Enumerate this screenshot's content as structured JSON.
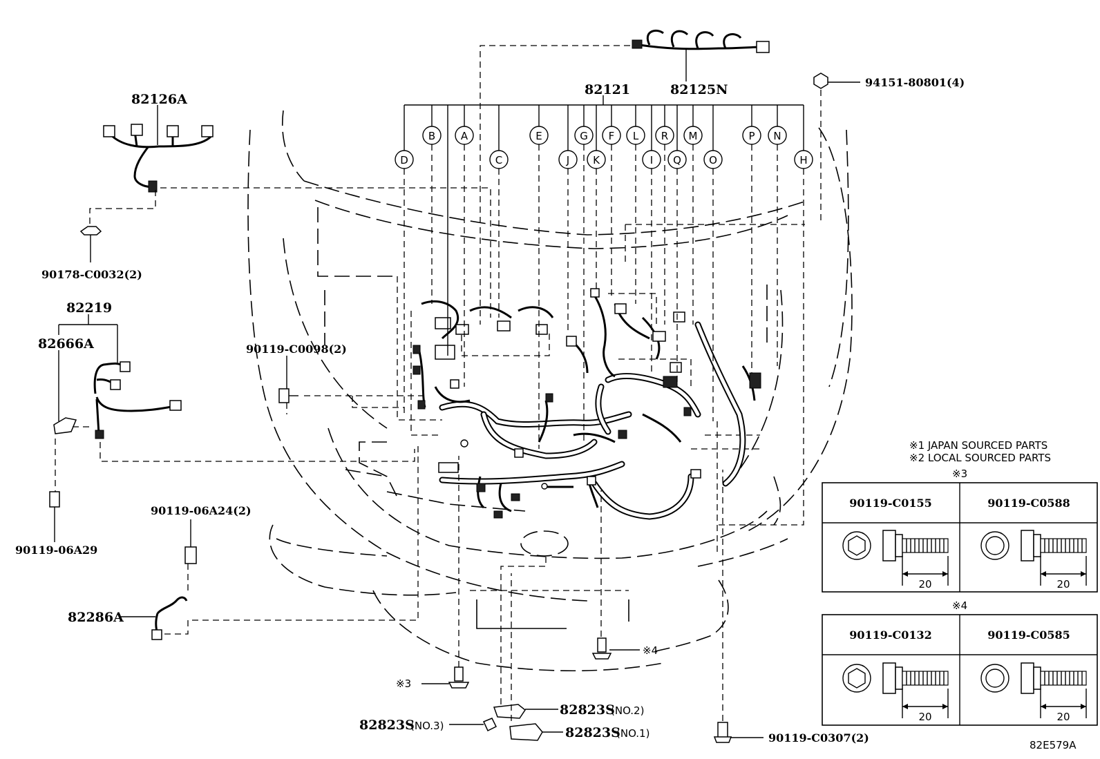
{
  "parts": {
    "p82125N": "82125N",
    "p82121": "82121",
    "p94151": "94151-80801(4)",
    "p82126A": "82126A",
    "p90178": "90178-C0032(2)",
    "p82219": "82219",
    "p82666A": "82666A",
    "p90119_06A29": "90119-06A29",
    "p90119_C0098": "90119-C0098(2)",
    "p90119_06A24": "90119-06A24(2)",
    "p82286A": "82286A",
    "p82823S_a": "82823S",
    "p82823S_no2": "(NO.2)",
    "p82823S_b": "82823S",
    "p82823S_no3": "(NO.3)",
    "p82823S_c": "82823S",
    "p82823S_no1": "(NO.1)",
    "p90119_C0307": "90119-C0307(2)",
    "ref3": "※3",
    "ref4": "※4",
    "diagram_code": "82E579A"
  },
  "connector_labels": [
    "D",
    "B",
    "A",
    "C",
    "E",
    "J",
    "G",
    "K",
    "F",
    "L",
    "I",
    "R",
    "Q",
    "M",
    "O",
    "P",
    "N",
    "H"
  ],
  "notes": {
    "note1": "※1 JAPAN SOURCED PARTS",
    "note2": "※2 LOCAL SOURCED PARTS"
  },
  "tables": [
    {
      "ref": "※3",
      "left": "90119-C0155",
      "right": "90119-C0588",
      "dim": "20"
    },
    {
      "ref": "※4",
      "left": "90119-C0132",
      "right": "90119-C0585",
      "dim": "20"
    }
  ]
}
